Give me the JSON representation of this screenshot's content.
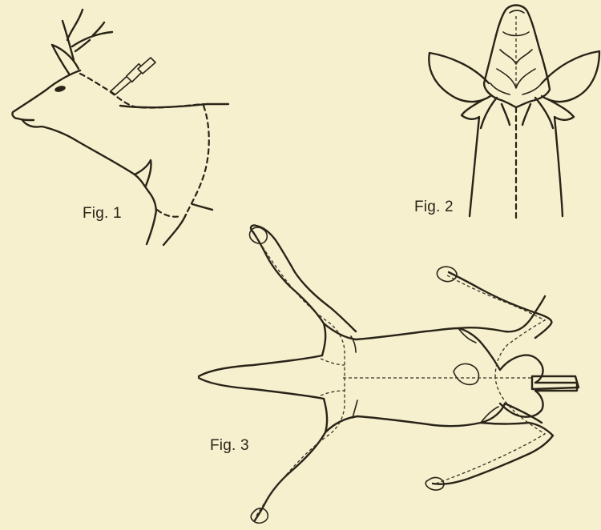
{
  "figures": [
    {
      "id": "fig1",
      "label": "Fig. 1"
    },
    {
      "id": "fig2",
      "label": "Fig. 2"
    },
    {
      "id": "fig3",
      "label": "Fig. 3"
    }
  ],
  "colors": {
    "background": "#f6f0cf",
    "ink": "#2a2418"
  }
}
